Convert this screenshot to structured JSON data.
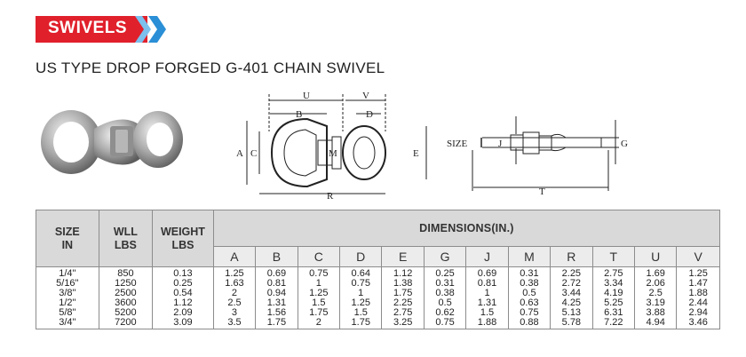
{
  "banner": {
    "text": "SWIVELS"
  },
  "subtitle": "US TYPE DROP FORGED G-401 CHAIN SWIVEL",
  "diagram": {
    "labels": [
      "U",
      "V",
      "B",
      "D",
      "A",
      "C",
      "M",
      "E",
      "R",
      "SIZE",
      "J",
      "G",
      "T"
    ]
  },
  "table": {
    "headers": {
      "size": [
        "SIZE",
        "IN"
      ],
      "wll": [
        "WLL",
        "LBS"
      ],
      "weight": [
        "WEIGHT",
        "LBS"
      ],
      "dimensions": "DIMENSIONS(IN.)",
      "letters": [
        "A",
        "B",
        "C",
        "D",
        "E",
        "G",
        "J",
        "M",
        "R",
        "T",
        "U",
        "V"
      ]
    },
    "rows": [
      [
        "1/4\"",
        "850",
        "0.13",
        "1.25",
        "0.69",
        "0.75",
        "0.64",
        "1.12",
        "0.25",
        "0.69",
        "0.31",
        "2.25",
        "2.75",
        "1.69",
        "1.25"
      ],
      [
        "5/16\"",
        "1250",
        "0.25",
        "1.63",
        "0.81",
        "1",
        "0.75",
        "1.38",
        "0.31",
        "0.81",
        "0.38",
        "2.72",
        "3.34",
        "2.06",
        "1.47"
      ],
      [
        "3/8\"",
        "2500",
        "0.54",
        "2",
        "0.94",
        "1.25",
        "1",
        "1.75",
        "0.38",
        "1",
        "0.5",
        "3.44",
        "4.19",
        "2.5",
        "1.88"
      ],
      [
        "1/2\"",
        "3600",
        "1.12",
        "2.5",
        "1.31",
        "1.5",
        "1.25",
        "2.25",
        "0.5",
        "1.31",
        "0.63",
        "4.25",
        "5.25",
        "3.19",
        "2.44"
      ],
      [
        "5/8\"",
        "5200",
        "2.09",
        "3",
        "1.56",
        "1.75",
        "1.5",
        "2.75",
        "0.62",
        "1.5",
        "0.75",
        "5.13",
        "6.31",
        "3.88",
        "2.94"
      ],
      [
        "3/4\"",
        "7200",
        "3.09",
        "3.5",
        "1.75",
        "2",
        "1.75",
        "3.25",
        "0.75",
        "1.88",
        "0.88",
        "5.78",
        "7.22",
        "4.94",
        "3.46"
      ]
    ]
  },
  "colors": {
    "banner_red": "#e0202b",
    "chevron_blue": "#2a8fd6",
    "header_gray": "#d9d9d9"
  }
}
